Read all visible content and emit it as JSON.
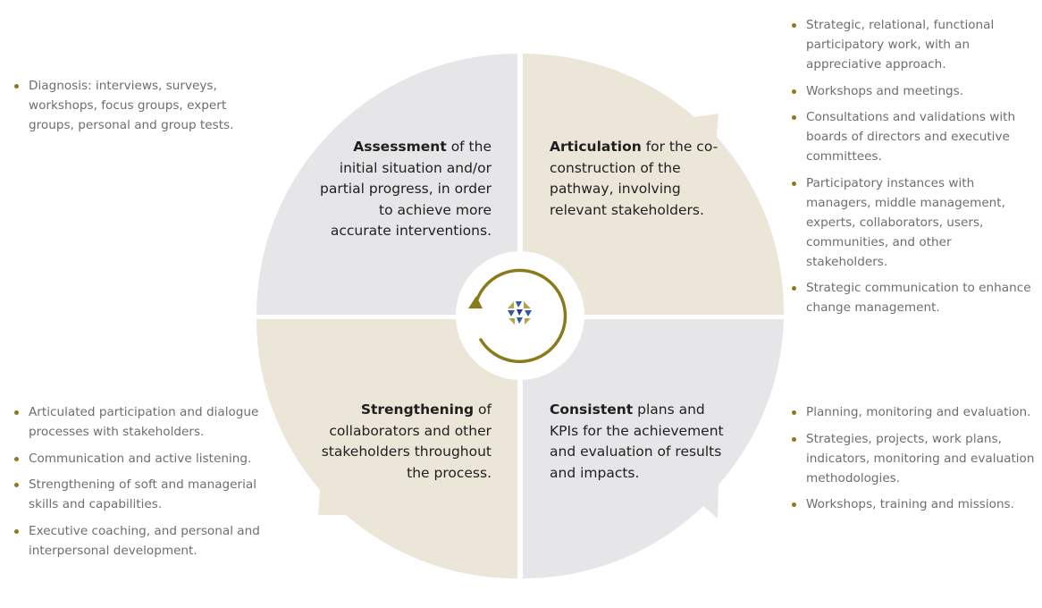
{
  "colors": {
    "gray_quadrant": "#e6e6e8",
    "beige_quadrant": "#ece6d8",
    "accent_olive": "#8a7a1c",
    "bullet_text": "#6e6e6e",
    "quadrant_text": "#1f1f1f"
  },
  "center": {
    "icon": "cycle-arrow-icon",
    "logo": "geometric-logo"
  },
  "quadrants": {
    "assessment": {
      "bold": "Assessment",
      "rest": " of the initial situation and/or partial progress, in order to achieve more accurate interventions.",
      "bullets": [
        "Diagnosis: interviews, surveys, workshops, focus groups, expert groups, personal and group tests."
      ]
    },
    "articulation": {
      "bold": "Articulation",
      "rest": " for the co-construction of the pathway, involving relevant stakeholders.",
      "bullets": [
        "Strategic, relational, functional participatory work, with an appreciative approach.",
        "Workshops and meetings.",
        "Consultations and validations with boards of directors and executive committees.",
        "Participatory instances with managers, middle management, experts, collaborators, users, communities, and other stakeholders.",
        "Strategic communication to enhance change management."
      ]
    },
    "strengthening": {
      "bold": "Strengthening",
      "rest": " of collaborators and other stakeholders throughout the process.",
      "bullets": [
        "Articulated participation and dialogue processes with stakeholders.",
        "Communication and active listening.",
        "Strengthening of soft and managerial skills and capabilities.",
        "Executive coaching, and personal and interpersonal development."
      ]
    },
    "consistent": {
      "bold": "Consistent",
      "rest": " plans and KPIs for the achievement and evaluation of results and impacts.",
      "bullets": [
        "Planning, monitoring and evaluation.",
        "Strategies, projects, work plans, indicators, monitoring and evaluation methodologies.",
        "Workshops, training and missions."
      ]
    }
  }
}
